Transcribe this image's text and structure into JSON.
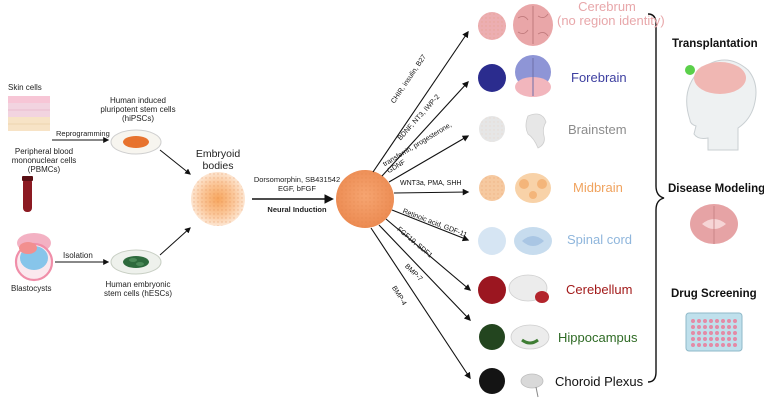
{
  "sources": {
    "skin_cells": "Skin cells",
    "pbmc_line1": "Peripheral blood",
    "pbmc_line2": "mononuclear cells",
    "pbmc_line3": "(PBMCs)",
    "blastocysts": "Blastocysts"
  },
  "process": {
    "reprogramming": "Reprogramming",
    "isolation": "Isolation"
  },
  "stem_cells": {
    "hipsc_line1": "Human induced",
    "hipsc_line2": "pluripotent stem cells",
    "hipsc_line3": "(hiPSCs)",
    "hesc_line1": "Human embryonic",
    "hesc_line2": "stem cells (hESCs)"
  },
  "embryoid": {
    "line1": "Embryoid",
    "line2": "bodies"
  },
  "induction": {
    "factors_line1": "Dorsomorphin, SB431542",
    "factors_line2": "EGF, bFGF",
    "title": "Neural Induction"
  },
  "factors": {
    "cerebrum": "CHIR, insulin, B27",
    "forebrain": "BDNF, NT3, IWP-2",
    "brainstem_line1": "transferrin, progesterone,",
    "brainstem_line2": "GDNF",
    "midbrain": "WNT3a, PMA, SHH",
    "spinal": "Retinoic acid, GDF-11",
    "cerebellum": "FGF19, SDF1",
    "hippocampus": "BMP-7",
    "choroid": "BMP-4"
  },
  "regions": [
    {
      "label": "Cerebrum",
      "sub": "(no region identity)",
      "color": "#e8a7aa"
    },
    {
      "label": "Forebrain",
      "color": "#3d3fa0"
    },
    {
      "label": "Brainstem",
      "color": "#8c8c8c"
    },
    {
      "label": "Midbrain",
      "color": "#f0a35e"
    },
    {
      "label": "Spinal cord",
      "color": "#8fb6dc"
    },
    {
      "label": "Cerebellum",
      "color": "#a31b1b"
    },
    {
      "label": "Hippocampus",
      "color": "#2f6b25"
    },
    {
      "label": "Choroid Plexus",
      "color": "#111111"
    }
  ],
  "applications": {
    "transplantation": "Transplantation",
    "disease_modeling": "Disease Modeling",
    "drug_screening": "Drug Screening"
  }
}
